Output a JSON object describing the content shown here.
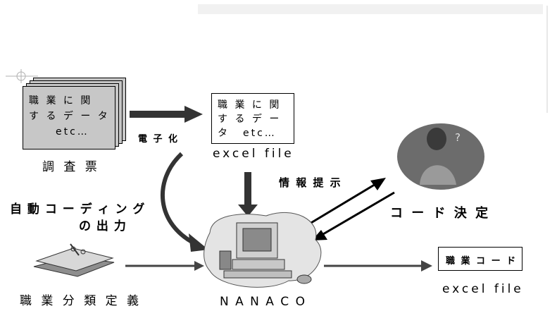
{
  "survey_doc": {
    "line1": "職 業 に 関",
    "line2": "す る デ ー タ",
    "line3": "etc…",
    "caption": "調 査 票"
  },
  "digitize_label": "電 子 化",
  "excel_doc": {
    "line1": "職 業 に 関",
    "line2": "す る デ ー タ",
    "line3": "etc…",
    "caption": "excel file"
  },
  "info_present_label": "情 報 提 示",
  "auto_coding_label": {
    "line1": "自 動 コ ー デ ィ ン グ",
    "line2": "の 出 力"
  },
  "code_decision_label": "コ ー ド 決 定",
  "classification_caption": "職 業 分 類 定 義",
  "system_name": "N A N A C O",
  "output_box": {
    "label": "職 業 コ ー ド",
    "caption": "excel file"
  }
}
